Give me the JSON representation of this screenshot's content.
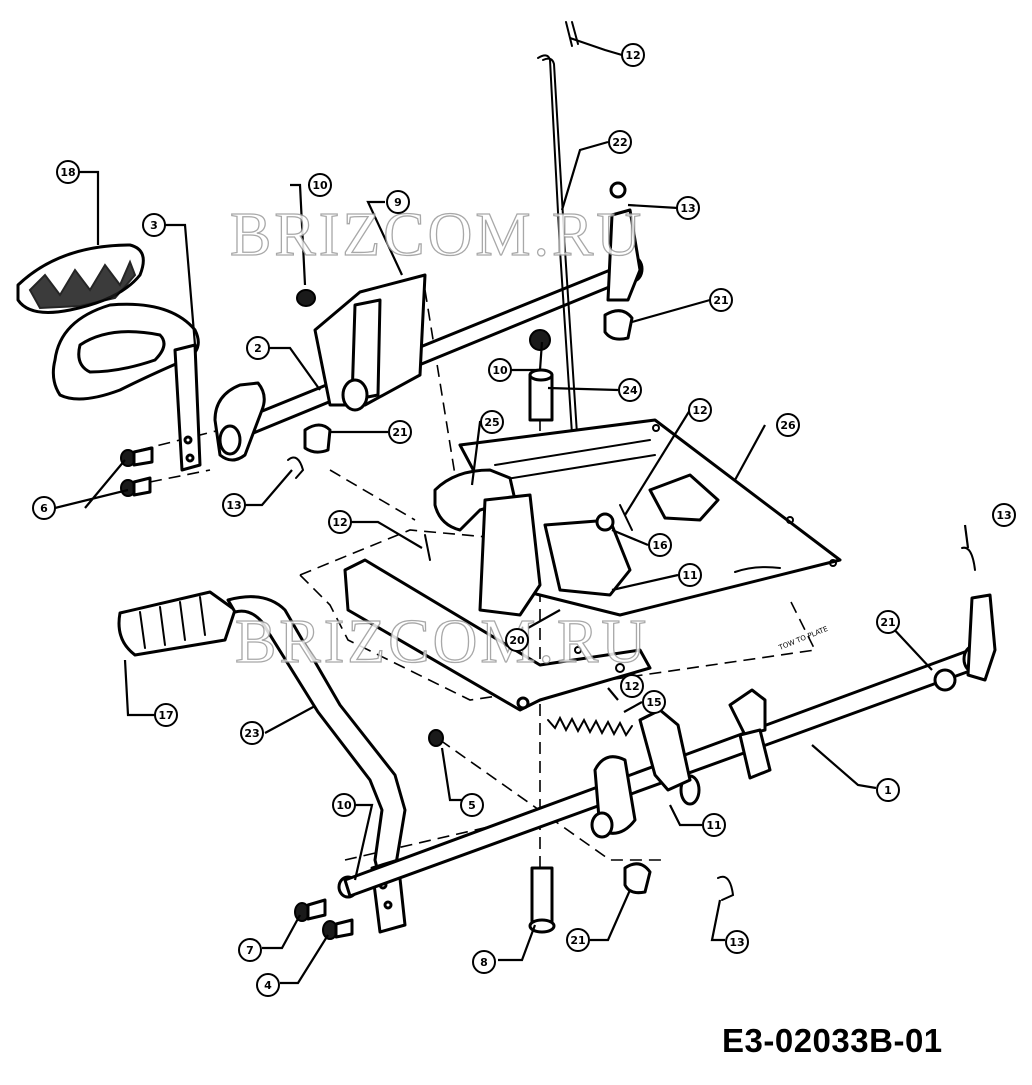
{
  "watermark": "BRIZCOM.RU",
  "drawing_code": "E3-02033B-01",
  "panel_label": "TOW TO PLATE",
  "callouts": [
    {
      "id": "c-12-top",
      "text": "12"
    },
    {
      "id": "c-22",
      "text": "22"
    },
    {
      "id": "c-18",
      "text": "18"
    },
    {
      "id": "c-10-top",
      "text": "10"
    },
    {
      "id": "c-9",
      "text": "9"
    },
    {
      "id": "c-13-top",
      "text": "13"
    },
    {
      "id": "c-3",
      "text": "3"
    },
    {
      "id": "c-21-upper",
      "text": "21"
    },
    {
      "id": "c-2",
      "text": "2"
    },
    {
      "id": "c-10-mid",
      "text": "10"
    },
    {
      "id": "c-24",
      "text": "24"
    },
    {
      "id": "c-21-left",
      "text": "21"
    },
    {
      "id": "c-25",
      "text": "25"
    },
    {
      "id": "c-12-mid",
      "text": "12"
    },
    {
      "id": "c-26",
      "text": "26"
    },
    {
      "id": "c-6",
      "text": "6"
    },
    {
      "id": "c-13-left",
      "text": "13"
    },
    {
      "id": "c-12-left",
      "text": "12"
    },
    {
      "id": "c-16",
      "text": "16"
    },
    {
      "id": "c-13-right",
      "text": "13"
    },
    {
      "id": "c-11-upper",
      "text": "11"
    },
    {
      "id": "c-20",
      "text": "20"
    },
    {
      "id": "c-21-right",
      "text": "21"
    },
    {
      "id": "c-17",
      "text": "17"
    },
    {
      "id": "c-12-low",
      "text": "12"
    },
    {
      "id": "c-15",
      "text": "15"
    },
    {
      "id": "c-23",
      "text": "23"
    },
    {
      "id": "c-5",
      "text": "5"
    },
    {
      "id": "c-1",
      "text": "1"
    },
    {
      "id": "c-10-low",
      "text": "10"
    },
    {
      "id": "c-11-low",
      "text": "11"
    },
    {
      "id": "c-7",
      "text": "7"
    },
    {
      "id": "c-4",
      "text": "4"
    },
    {
      "id": "c-8",
      "text": "8"
    },
    {
      "id": "c-21-low",
      "text": "21"
    },
    {
      "id": "c-13-low",
      "text": "13"
    }
  ]
}
